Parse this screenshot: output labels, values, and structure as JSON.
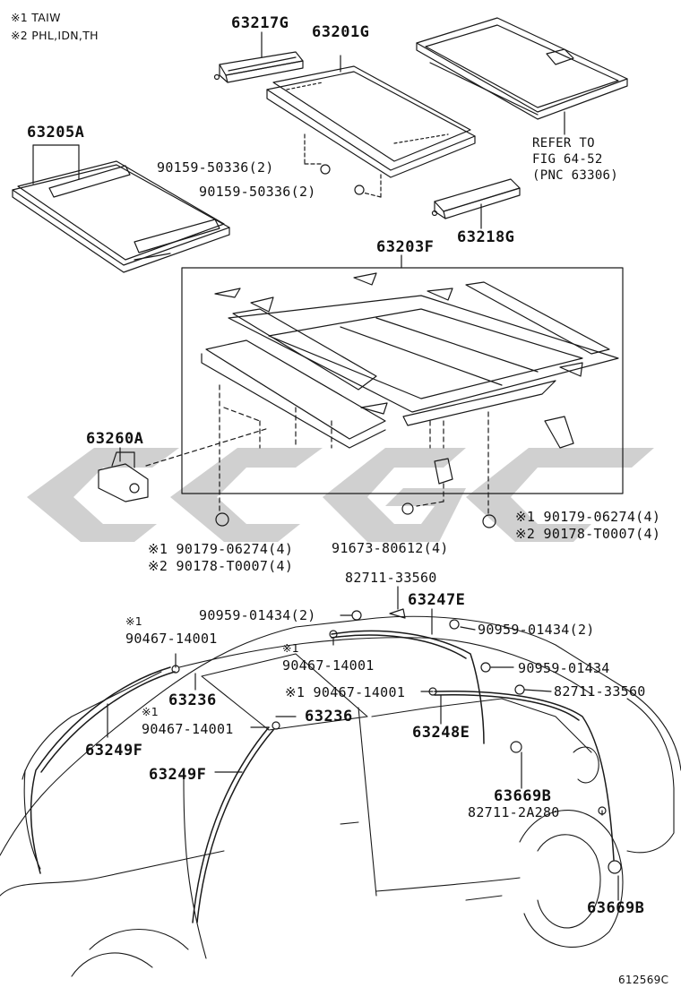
{
  "notes": [
    "※1 TAIW",
    "※2 PHL,IDN,TH"
  ],
  "parts": {
    "p63217G": "63217G",
    "p63201G": "63201G",
    "p63205A": "63205A",
    "p63218G": "63218G",
    "p63203F": "63203F",
    "p63260A": "63260A",
    "bolt_a": "90159-50336(2)",
    "bolt_b": "90159-50336(2)",
    "ref_text": "REFER TO\nFIG 64-52\n(PNC 63306)",
    "clip_l1": "※1 90179-06274(4)",
    "clip_l2": "※2 90178-T0007(4)",
    "clip_m": "91673-80612(4)",
    "clip_r1": "※1 90179-06274(4)",
    "clip_r2": "※2 90178-T0007(4)",
    "p82711_33560_a": "82711-33560",
    "p63247E": "63247E",
    "p90959_l": "90959-01434(2)",
    "p90959_r": "90959-01434(2)",
    "p90959_single": "90959-01434",
    "p82711_33560_b": "82711-33560",
    "n1_mark": "※1",
    "n1_code": "90467-14001",
    "n2_mark": "※1",
    "n2_code": "90467-14001",
    "n3": "※1 90467-14001",
    "n4_mark": "※1",
    "n4_code": "90467-14001",
    "p63236_a": "63236",
    "p63236_b": "63236",
    "p63249F_a": "63249F",
    "p63249F_b": "63249F",
    "p63248E": "63248E",
    "p63669B_a": "63669B",
    "p82711_2A280": "82711-2A280",
    "p63669B_b": "63669B",
    "figure_code": "612569C"
  },
  "colors": {
    "line": "#1a1a1a",
    "watermark": "#c8c8c8"
  }
}
